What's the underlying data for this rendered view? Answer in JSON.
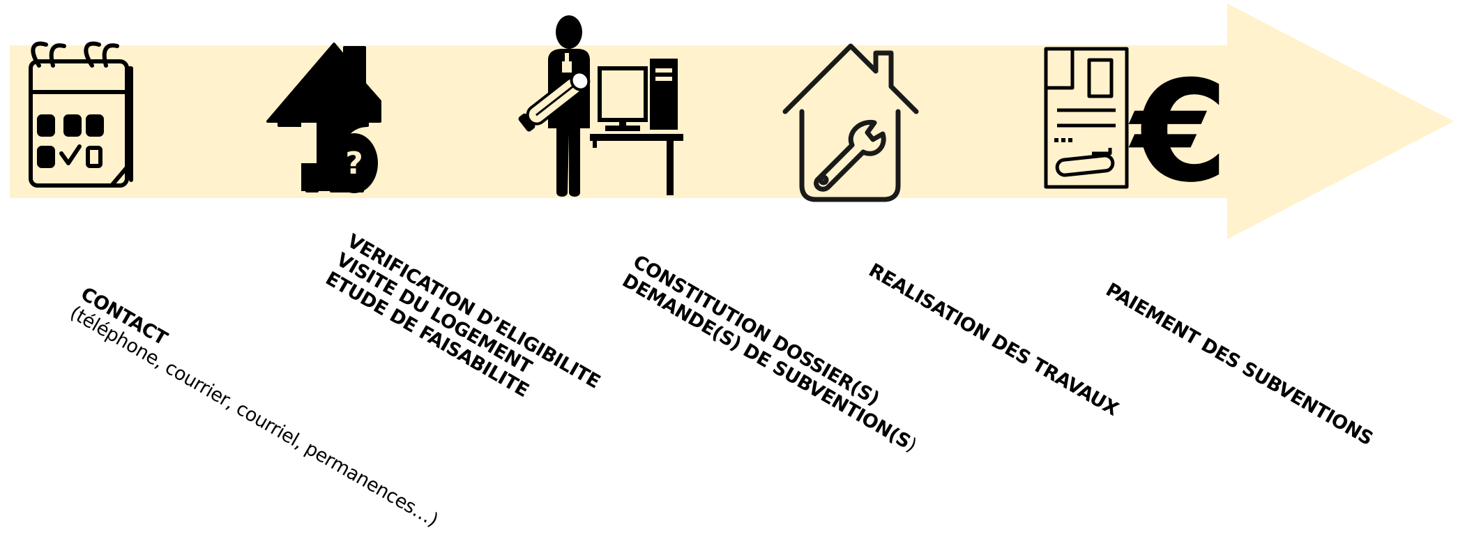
{
  "process": {
    "arrow_color": "#FFF2CC",
    "icon_color": "#000000",
    "steps": [
      {
        "icon": "calendar-icon",
        "lines": [
          "CONTACT"
        ],
        "detail": "(téléphone, courrier, courriel, permanences…)"
      },
      {
        "icon": "house-question-icon",
        "lines": [
          "VERIFICATION D’ELIGIBILITE",
          "VISITE DU LOGEMENT",
          "ETUDE DE FAISABILITE"
        ]
      },
      {
        "icon": "person-computer-icon",
        "lines": [
          "CONSTITUTION DOSSIER(S)",
          "DEMANDE(S) DE SUBVENTION(S",
          ")"
        ]
      },
      {
        "icon": "house-wrench-icon",
        "lines": [
          "REALISATION DES TRAVAUX"
        ]
      },
      {
        "icon": "document-euro-icon",
        "lines": [
          "PAIEMENT DES SUBVENTIONS"
        ]
      }
    ]
  }
}
